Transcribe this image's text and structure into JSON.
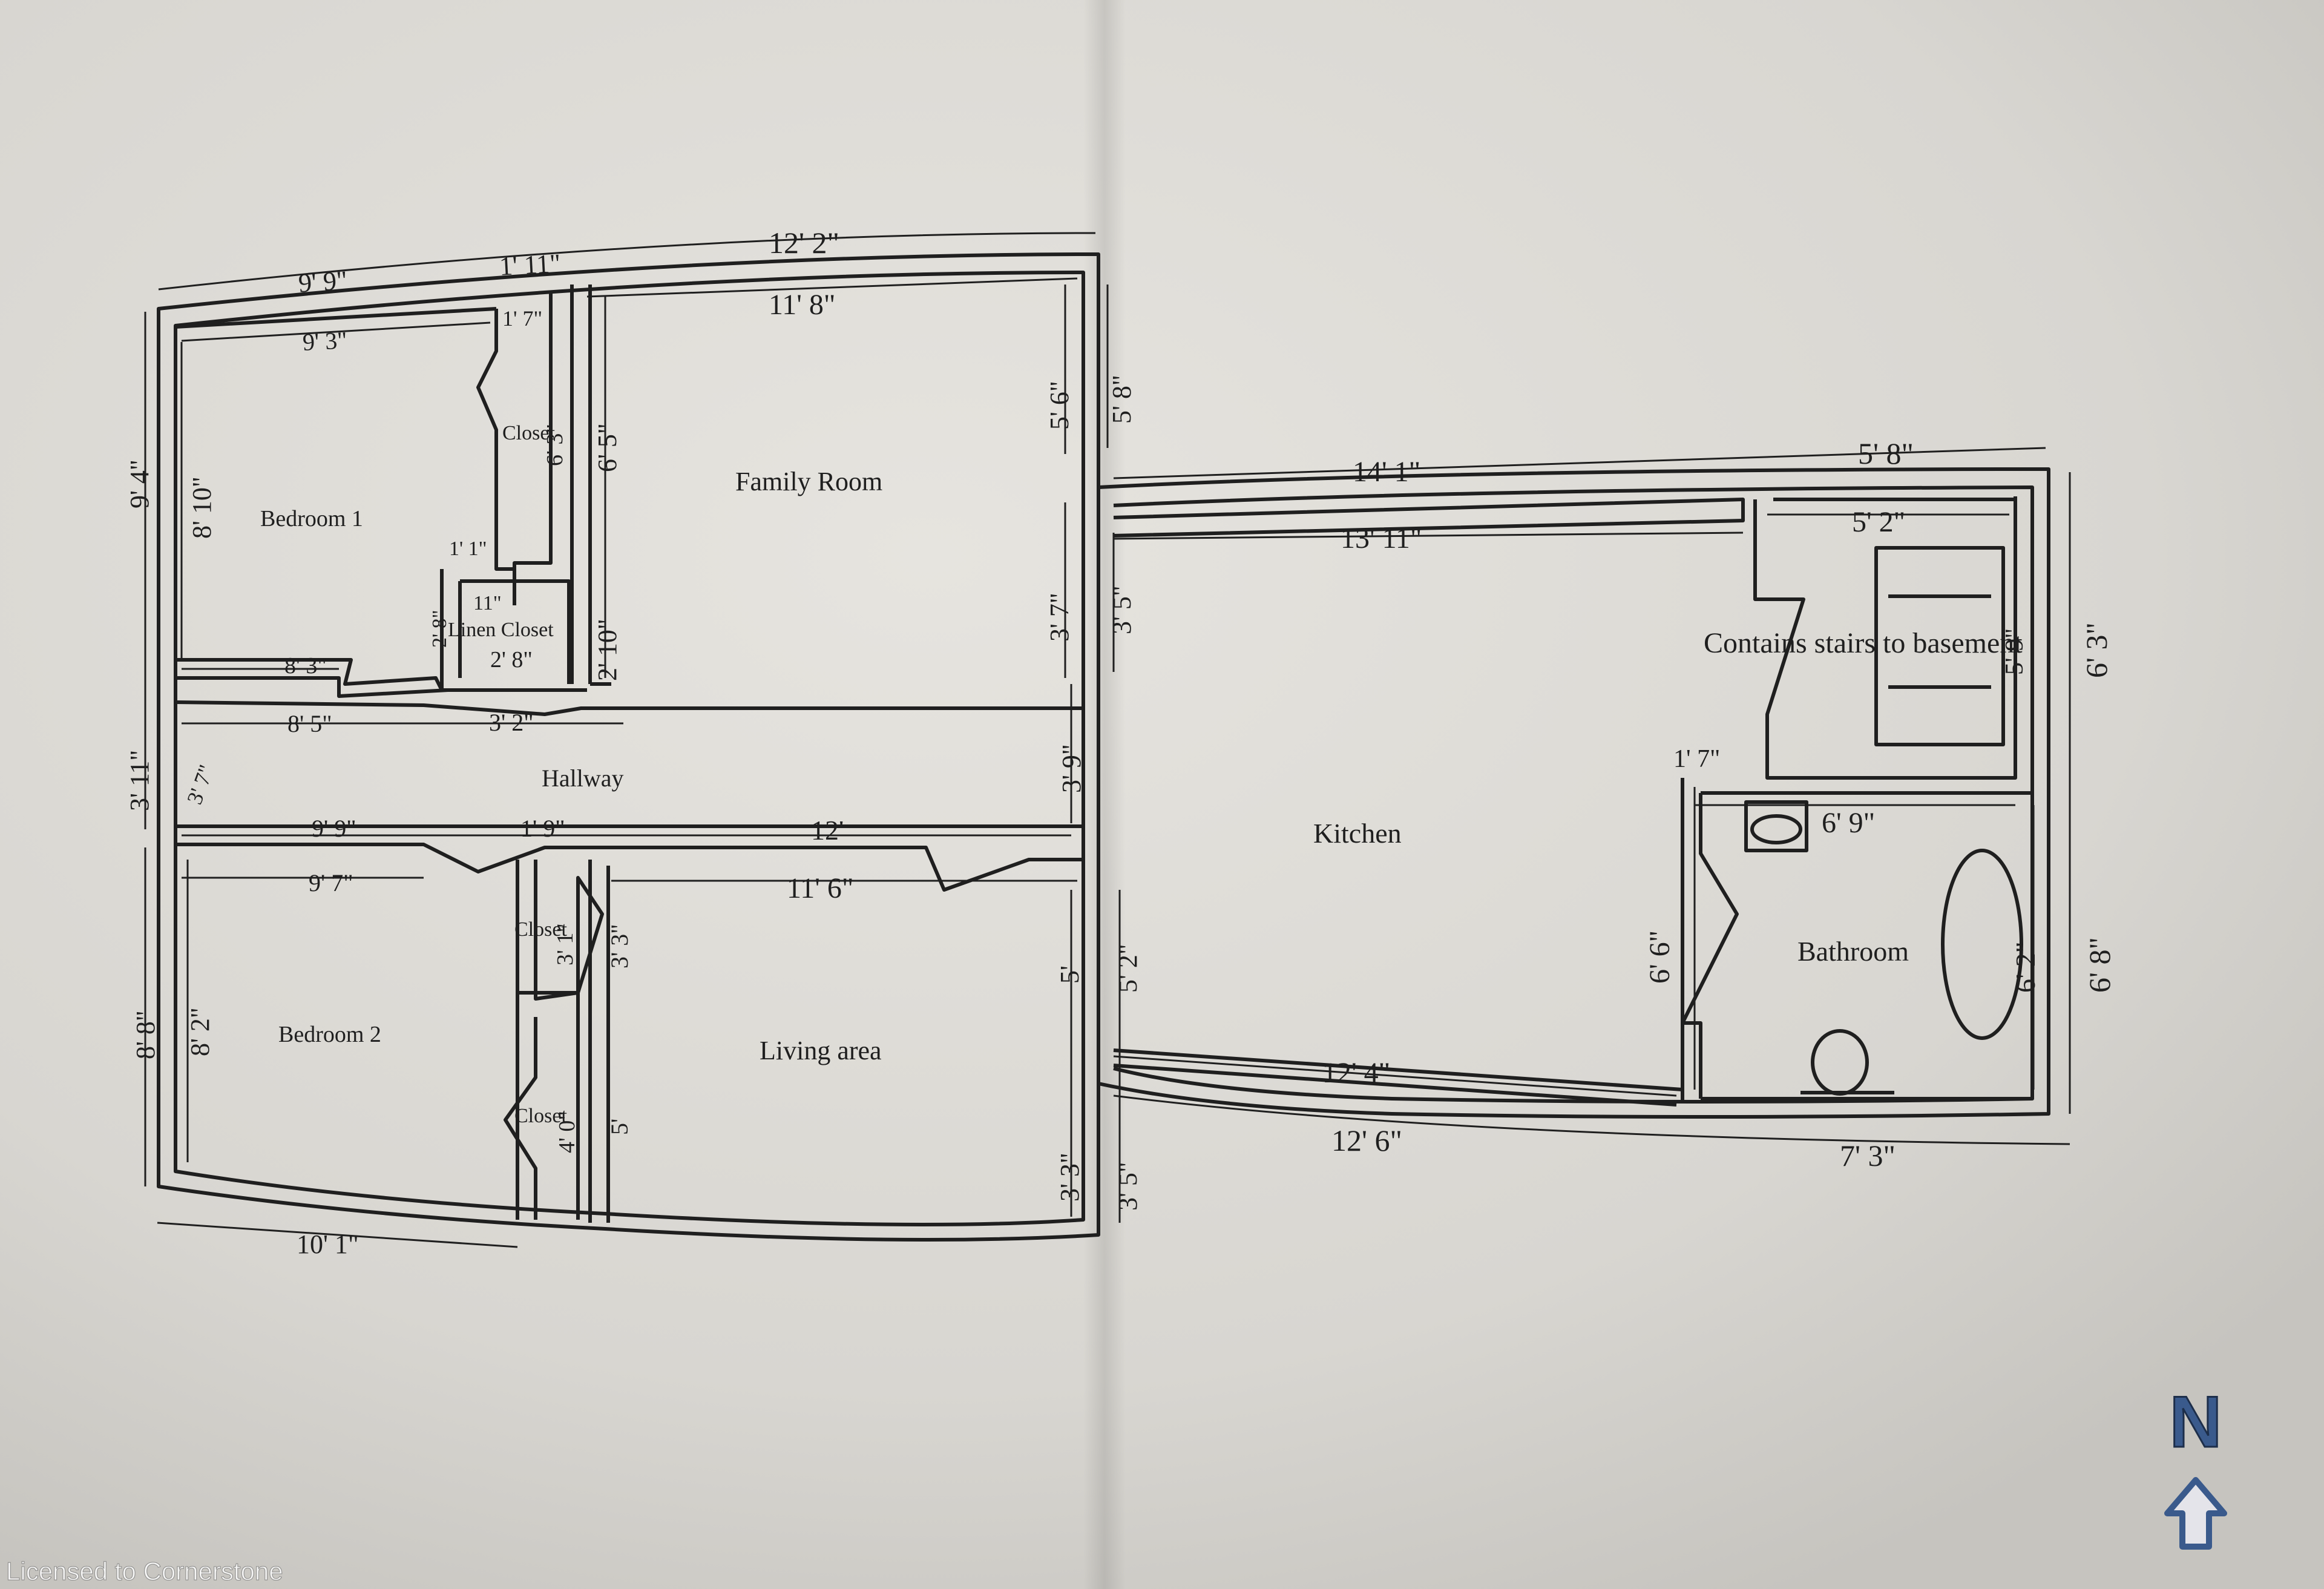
{
  "rooms": {
    "bedroom1": "Bedroom 1",
    "family_room": "Family Room",
    "closet_b1": "Closet",
    "linen_closet": "Linen Closet",
    "hallway": "Hallway",
    "bedroom2": "Bedroom 2",
    "closet_b2a": "Closet",
    "closet_b2b": "Closet",
    "living_area": "Living area",
    "kitchen": "Kitchen",
    "stairs_note": "Contains stairs to basement",
    "bathroom": "Bathroom"
  },
  "dimensions": {
    "top_9_9": "9' 9\"",
    "top_1_11": "1' 11\"",
    "top_12_2": "12' 2\"",
    "b1_9_3": "9' 3\"",
    "b1_1_7": "1' 7\"",
    "fr_11_8": "11' 8\"",
    "left_9_4": "9' 4\"",
    "b1_8_10": "8' 10\"",
    "fr_5_6": "5' 6\"",
    "fr_5_8": "5' 8\"",
    "fr_6_5": "6' 5\"",
    "cl_6_3": "6' 3\"",
    "lc_1_1": "1' 1\"",
    "lc_11": "11\"",
    "lc_2_8_v": "2' 8\"",
    "lc_2_8": "2' 8\"",
    "b1_8_3": "8' 3\"",
    "fr_2_10": "2' 10\"",
    "fr_3_7": "3' 7\"",
    "k_3_5_top": "3' 5\"",
    "hw_8_5": "8' 5\"",
    "hw_3_2": "3' 2\"",
    "left_3_11": "3' 11\"",
    "door_3_7": "3' 7\"",
    "hw_3_9": "3' 9\"",
    "b2_9_9": "9' 9\"",
    "b2_1_9": "1' 9\"",
    "la_12": "12'",
    "b2_9_7": "9' 7\"",
    "la_11_6": "11' 6\"",
    "cl_3_1": "3' 1\"",
    "cl_3_3": "3' 3\"",
    "la_5": "5'",
    "la_5_2": "5' 2\"",
    "left_8_8": "8' 8\"",
    "b2_8_2": "8' 2\"",
    "cl_4_0": "4' 0\"",
    "cl_5": "5'",
    "la_3_3": "3' 3\"",
    "k_3_5_bot": "3' 5\"",
    "b2_10_1": "10' 1\"",
    "k_14_1": "14' 1\"",
    "k_5_8": "5' 8\"",
    "k_13_11": "13' 11\"",
    "st_5_2": "5' 2\"",
    "st_5_9": "5' 9\"",
    "right_6_3": "6' 3\"",
    "k_1_7": "1' 7\"",
    "ba_6_9": "6' 9\"",
    "k_6_6": "6' 6\"",
    "ba_6_2": "6' 2\"",
    "right_6_8": "6' 8\"",
    "k_12_4": "12' 4\"",
    "k_12_6": "12' 6\"",
    "ba_7_3": "7' 3\""
  },
  "compass": {
    "north_label": "N",
    "icon": "north-arrow-icon"
  },
  "watermark": "Licensed to Cornerstone",
  "colors": {
    "paper": "#dedcd7",
    "ink": "#1f1f1f",
    "compass": "#3a5a8c",
    "watermark": "#ffffff"
  }
}
